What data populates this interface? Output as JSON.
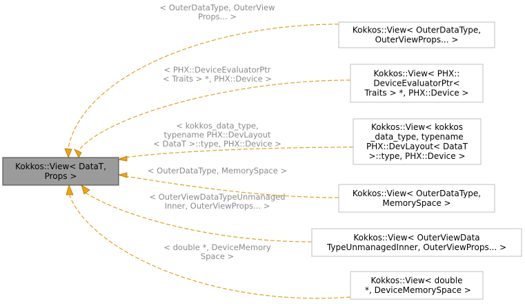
{
  "main_node": {
    "lines": [
      "Kokkos::View< DataT,",
      "Props >"
    ]
  },
  "nodes": [
    {
      "lines": [
        "Kokkos::View< OuterDataType,",
        "OuterViewProps... >"
      ]
    },
    {
      "lines": [
        "Kokkos::View< PHX::",
        "DeviceEvaluatorPtr<",
        "Traits > *, PHX::Device >"
      ]
    },
    {
      "lines": [
        "Kokkos::View< kokkos",
        "_data_type, typename",
        "PHX::DevLayout< DataT",
        ">::type, PHX::Device >"
      ]
    },
    {
      "lines": [
        "Kokkos::View< OuterDataType,",
        "MemorySpace >"
      ]
    },
    {
      "lines": [
        "Kokkos::View< OuterViewData",
        "TypeUnmanagedInner, OuterViewProps... >"
      ]
    },
    {
      "lines": [
        "Kokkos::View< double",
        " *, DeviceMemorySpace >"
      ]
    }
  ],
  "edge_labels": [
    {
      "lines": [
        "< OuterDataType, OuterView",
        "Props... >"
      ]
    },
    {
      "lines": [
        "< PHX::DeviceEvaluatorPtr",
        "< Traits > *, PHX::Device >"
      ]
    },
    {
      "lines": [
        "< kokkos_data_type,",
        "typename PHX::DevLayout",
        "< DataT >::type, PHX::Device >"
      ]
    },
    {
      "lines": [
        "< OuterDataType, MemorySpace >"
      ]
    },
    {
      "lines": [
        "< OuterViewDataTypeUnmanaged",
        "Inner, OuterViewProps... >"
      ]
    },
    {
      "lines": [
        "< double *, DeviceMemory",
        "Space >"
      ]
    }
  ],
  "colors": {
    "edge": "#e3a01a",
    "arrow_fill": "#f0a30a",
    "main_node_fill": "#9b9b9b",
    "label_text": "#8a8a8a"
  }
}
